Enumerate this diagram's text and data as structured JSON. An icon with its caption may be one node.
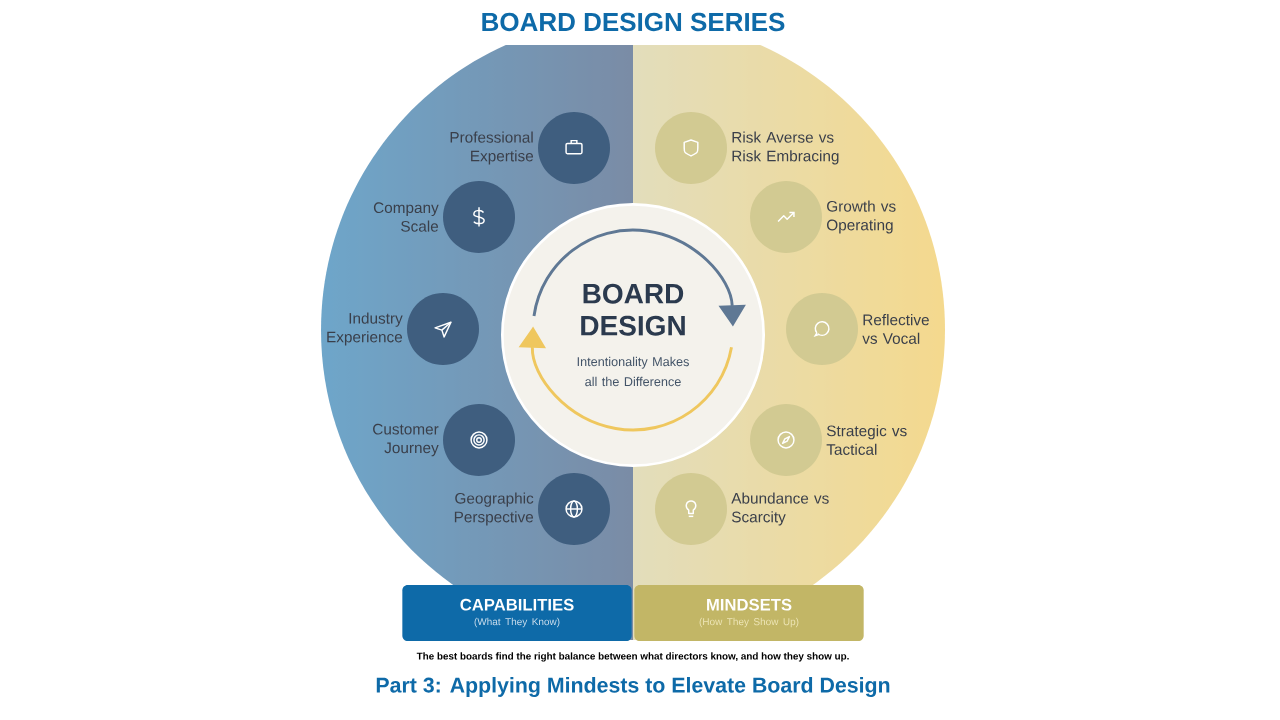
{
  "diagram": {
    "title": "BOARD DESIGN SERIES",
    "caption": "Part 3: Applying Mindests to Elevate Board Design",
    "nodes": [
      {
        "text": [
          "Professional Expertise"
        ]
      },
      {
        "text": [
          "Company Scale"
        ]
      },
      {
        "text": [
          "Industry Experience"
        ]
      },
      {
        "text": [
          "Customer Journey"
        ]
      },
      {
        "text": [
          "Geographic Perspective"
        ]
      },
      {
        "text": [
          "Risk Averse vs Risk Embracing"
        ]
      },
      {
        "text": [
          "Growth vs Operating"
        ]
      },
      {
        "text": [
          "Reflective vs Vocal"
        ]
      },
      {
        "text": [
          "Strategic vs Tactical"
        ]
      },
      {
        "text": [
          "Abundance vs Scarcity"
        ]
      },
      {
        "text": [
          "BOARD DESIGN",
          "Intentionality Makes all the Difference"
        ]
      },
      {
        "text": [
          "CAPABILITIES",
          "(What They Know)"
        ]
      },
      {
        "text": [
          "MINDSETS",
          "(How They Show Up)"
        ]
      }
    ],
    "labels": [
      "The best boards find the right balance between what directors know, and how they show up."
    ]
  }
}
